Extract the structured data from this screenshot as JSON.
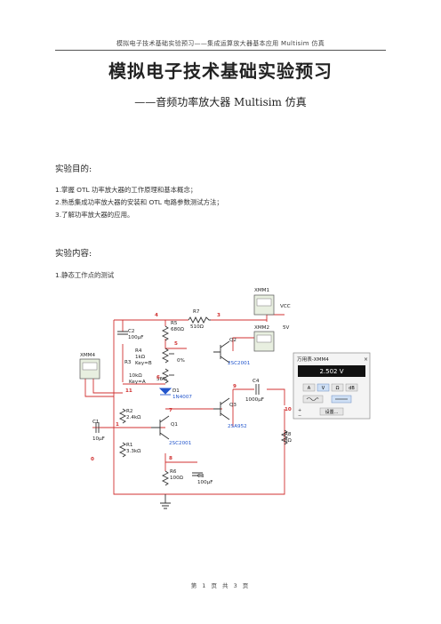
{
  "header": "模拟电子技术基础实验预习——集成运算放大器基本应用 Multisim 仿真",
  "title": "模拟电子技术基础实验预习",
  "subtitle": "——音频功率放大器 Multisim 仿真",
  "purpose": {
    "heading": "实验目的:",
    "items": [
      "1.掌握 OTL 功率放大器的工作原理和基本概念；",
      "2.熟悉集成功率放大器的安装和 OTL 电路参数测试方法；",
      "3.了解功率放大器的应用。"
    ]
  },
  "content": {
    "heading": "实验内容:",
    "items": [
      "1.静态工作点的测试"
    ]
  },
  "circuit": {
    "xmm1": "XMM1",
    "xmm2": "XMM2",
    "xmm4": "XMM4",
    "vcc_label": "VCC",
    "vcc_value": "5V",
    "r7": "R7",
    "r7_value": "510Ω",
    "r5": "R5",
    "r5_value": "680Ω",
    "c2": "C2",
    "c2_value": "100μF",
    "r4": "R4",
    "r4_value": "1kΩ",
    "r4_key": "Key=B",
    "r4_pct": "0%",
    "r3": "R3",
    "r3_value": "10kΩ",
    "r3_key": "Key=A",
    "r3_pct": "56%",
    "d1": "D1",
    "d1_value": "1N4007",
    "q1": "Q1",
    "q1_model": "2SC2001",
    "q2": "Q2",
    "q2_model": "2SC2001",
    "q3": "Q3",
    "q3_model": "2SA952",
    "c4": "C4",
    "c4_value": "1000μF",
    "c1": "C1",
    "c1_value": "10μF",
    "r2": "R2",
    "r2_value": "2.4kΩ",
    "r1": "R1",
    "r1_value": "3.3kΩ",
    "r6": "R6",
    "r6_value": "100Ω",
    "c3": "C3",
    "c3_value": "100μF",
    "r8": "R8",
    "r8_value": "8Ω",
    "nodes": [
      "4",
      "3",
      "5",
      "6",
      "11",
      "7",
      "9",
      "10",
      "1",
      "0",
      "8"
    ]
  },
  "multimeter": {
    "title": "万用表-XMM4",
    "reading": "2.502 V",
    "buttons": [
      "A",
      "V",
      "Ω",
      "dB"
    ],
    "set_button": "设置...",
    "close": "×"
  },
  "footer": "第 1 页 共 3 页"
}
